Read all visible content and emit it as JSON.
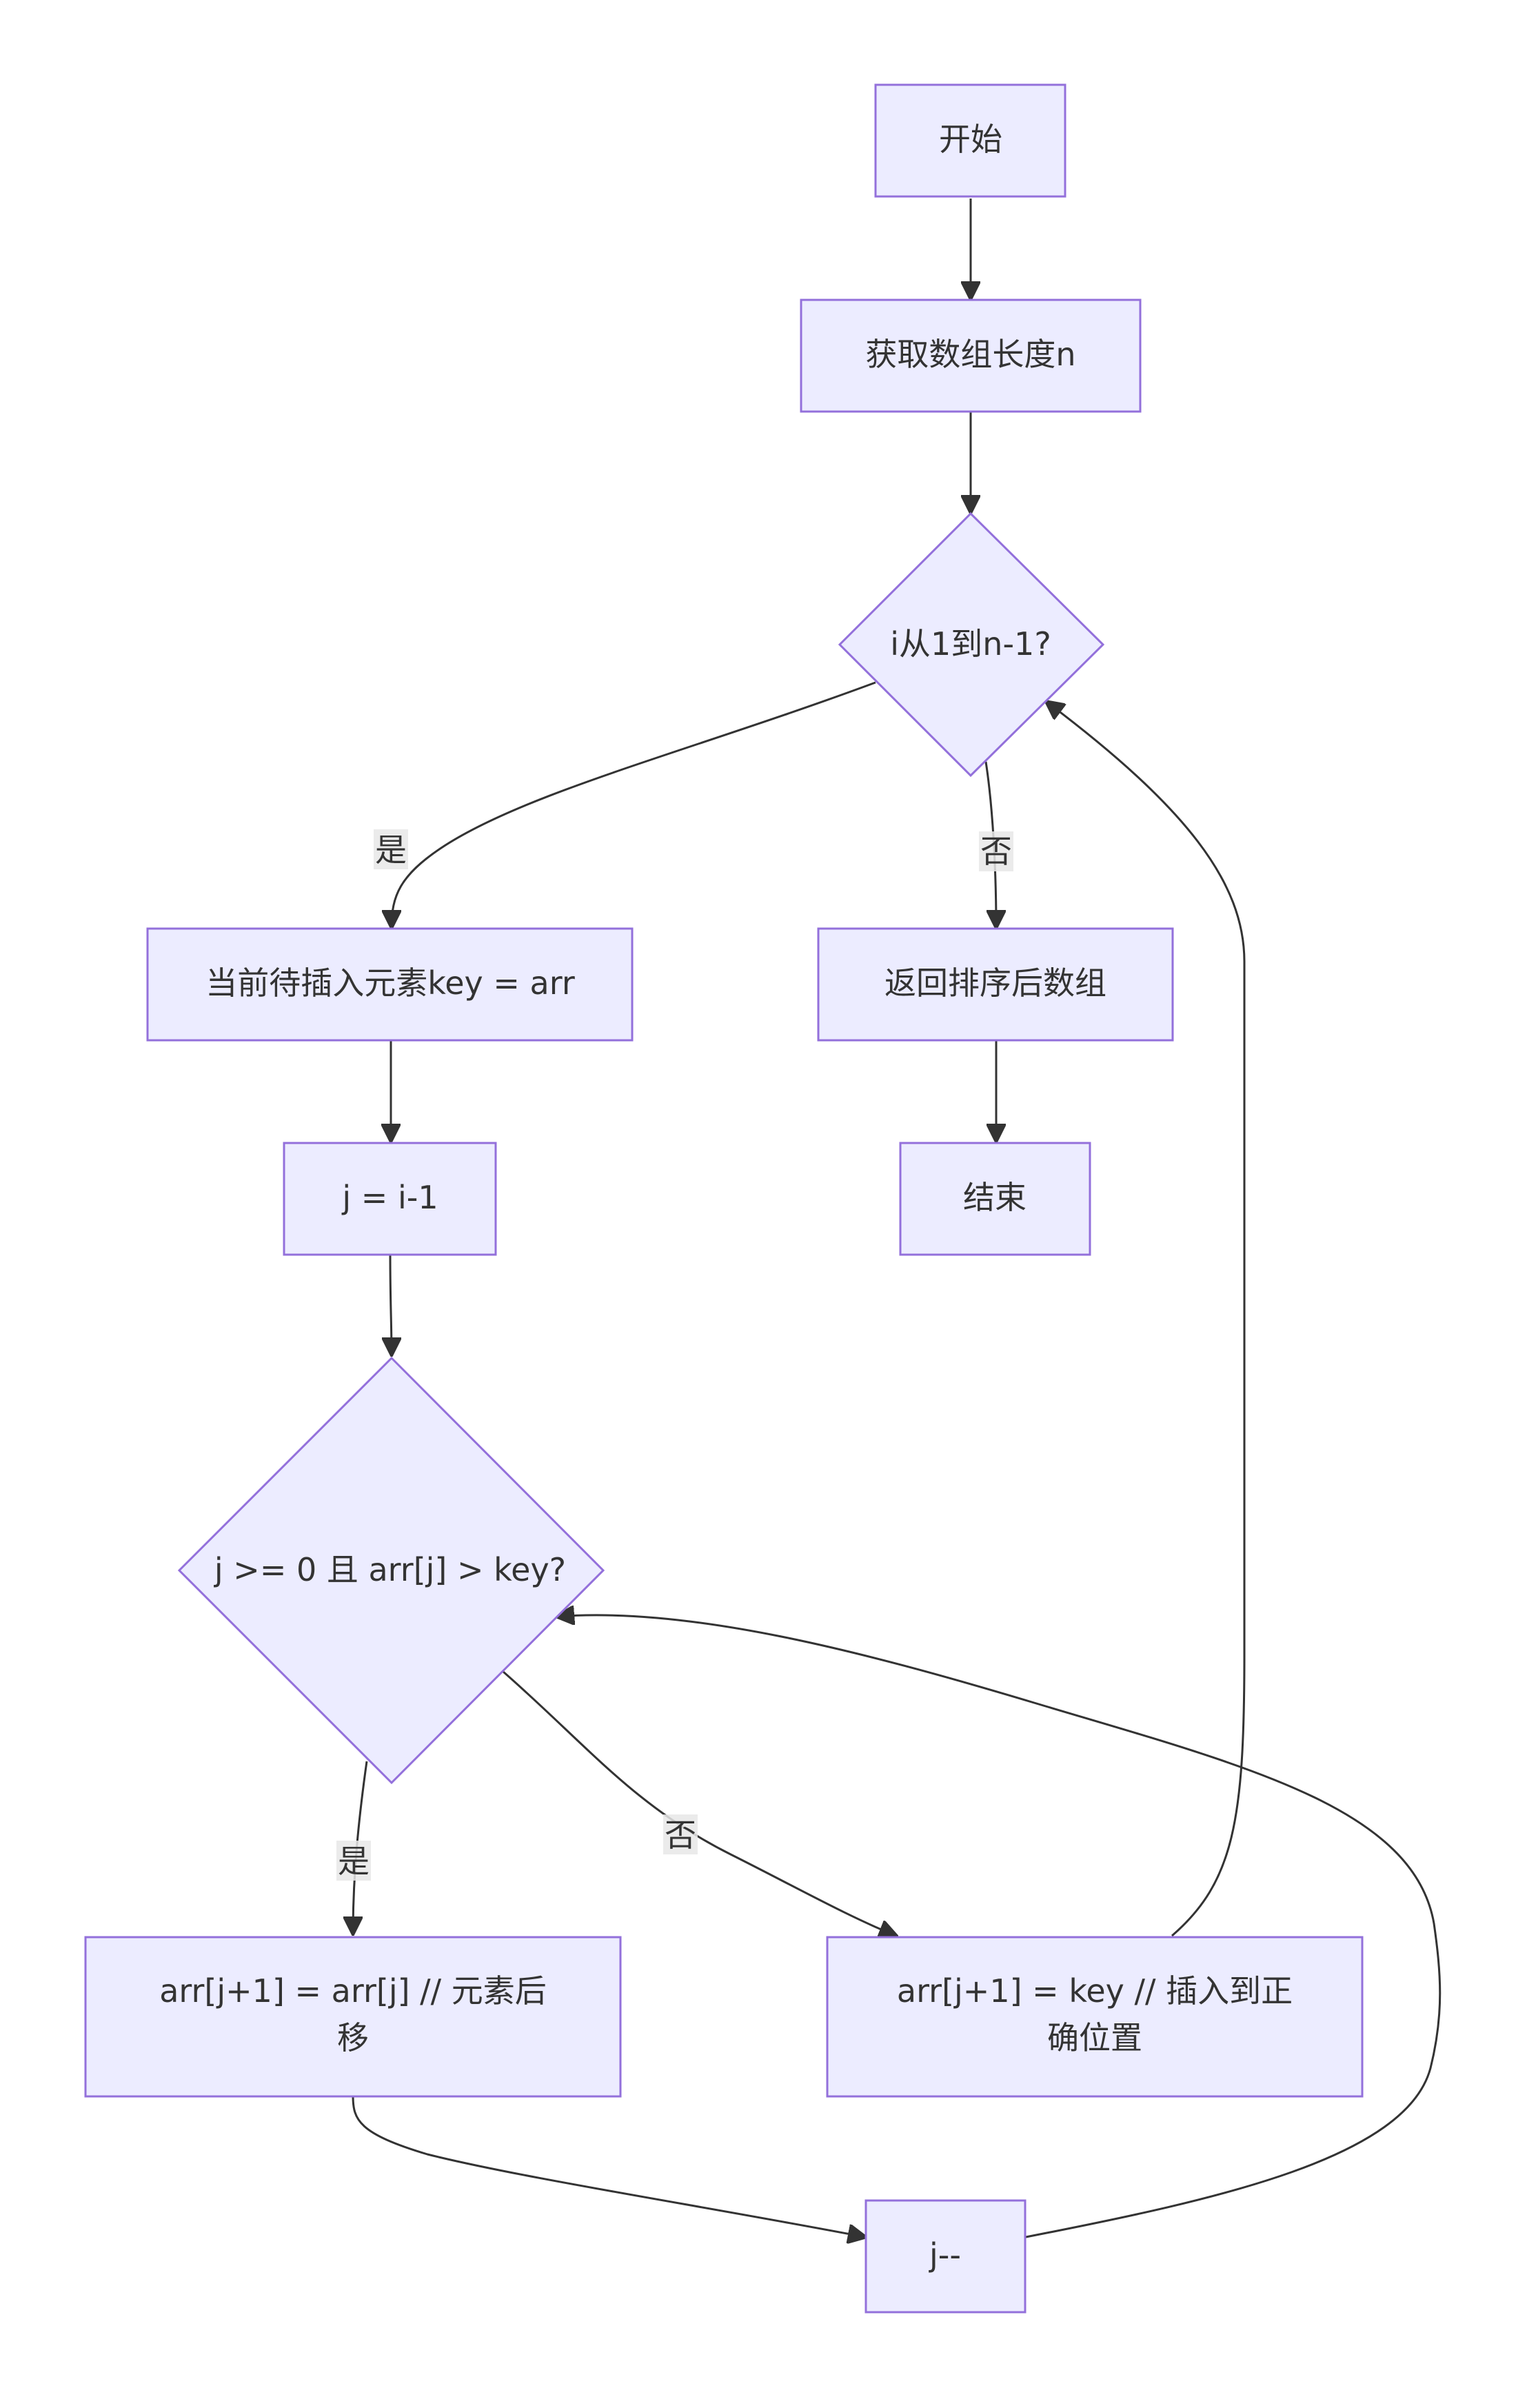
{
  "diagram": {
    "nodes": {
      "start": "开始",
      "get_length": "获取数组长度n",
      "loop_i": "i从1到n-1?",
      "set_key": "当前待插入元素key = arr",
      "set_j": "j = i-1",
      "cond_while": "j >= 0 且 arr[j] > key?",
      "shift": {
        "line1": "arr[j+1] = arr[j]  // 元素后",
        "line2": "移"
      },
      "insert": {
        "line1": "arr[j+1] = key // 插入到正",
        "line2": "确位置"
      },
      "decrement": "j--",
      "return": "返回排序后数组",
      "end": "结束"
    },
    "edge_labels": {
      "loop_yes": "是",
      "loop_no": "否",
      "while_yes": "是",
      "while_no": "否"
    },
    "colors": {
      "node_fill": "#ECECFF",
      "node_stroke": "#9370DB",
      "edge": "#333333",
      "label_bg": "#E8E8E8"
    }
  }
}
